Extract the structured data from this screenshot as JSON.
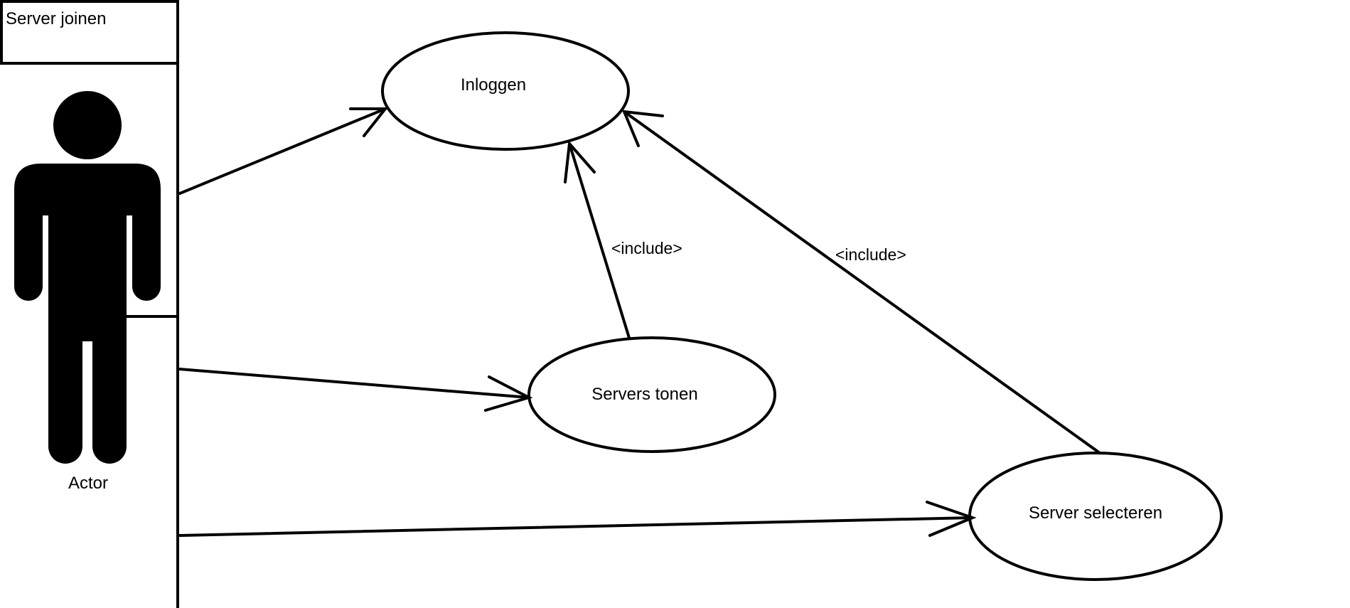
{
  "frame": {
    "title": "Server joinen"
  },
  "actor": {
    "label": "Actor"
  },
  "use_cases": {
    "inloggen": "Inloggen",
    "servers_tonen": "Servers tonen",
    "server_selecteren": "Server selecteren"
  },
  "relations": {
    "include_1": "<include>",
    "include_2": "<include>"
  },
  "colors": {
    "stroke": "#000000",
    "background": "#ffffff"
  }
}
